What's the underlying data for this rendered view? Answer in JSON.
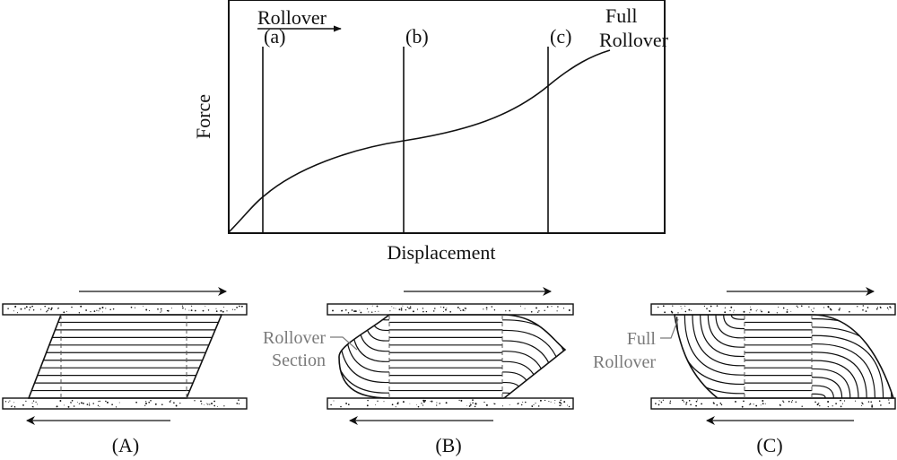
{
  "chart": {
    "y_axis_label": "Force",
    "x_axis_label": "Displacement",
    "rollover_label": "Rollover",
    "marker_a": "(a)",
    "marker_b": "(b)",
    "marker_c": "(c)",
    "full_rollover_line1": "Full",
    "full_rollover_line2": "Rollover"
  },
  "panels": {
    "A": {
      "caption": "(A)"
    },
    "B": {
      "caption": "(B)",
      "callout_line1": "Rollover",
      "callout_line2": "Section"
    },
    "C": {
      "caption": "(C)",
      "callout_line1": "Full",
      "callout_line2": "Rollover"
    }
  },
  "colors": {
    "ink": "#111111",
    "callout_gray": "#7a7a7a",
    "dashed": "#555555"
  }
}
